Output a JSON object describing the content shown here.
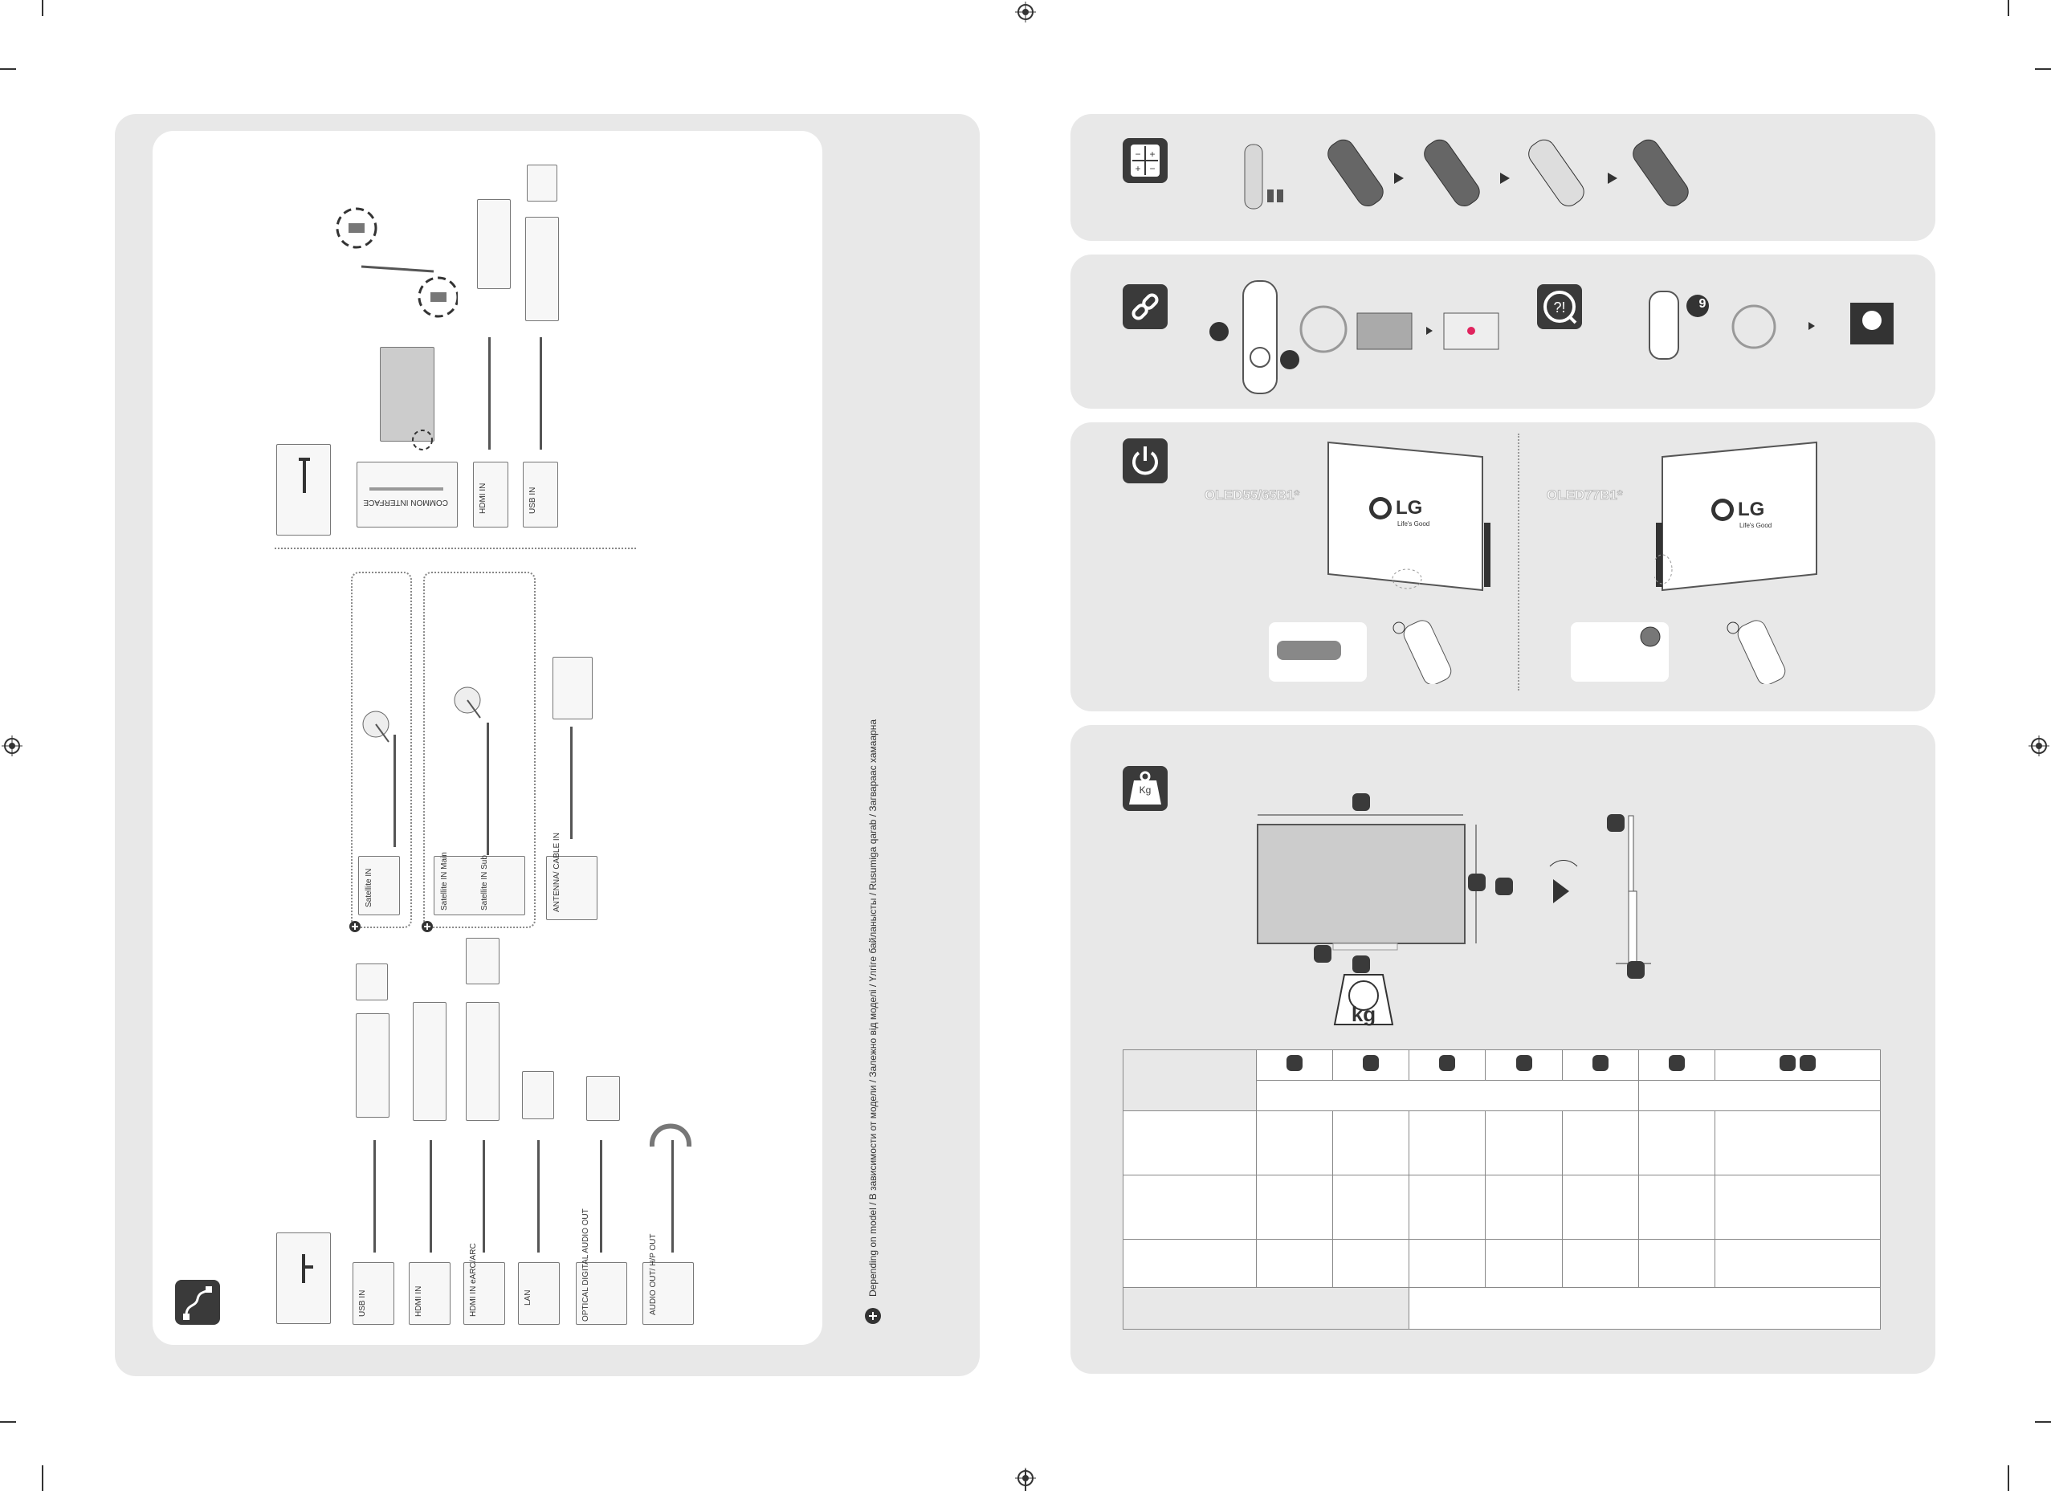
{
  "footnote": "Depending on model / В зависимости от модели / Залежно від моделі / Үлгіге байланысты / Rusumiga qarab / Загвараас хамаарна",
  "ports": {
    "common_interface": "COMMON INTERFACE",
    "hdmi_in_top": "HDMI IN",
    "usb_in_top": "USB IN",
    "satellite_in": "Satellite IN",
    "satellite_in_main": "Satellite IN Main",
    "satellite_in_sub": "Satellite IN Sub",
    "antenna": "ANTENNA/ CABLE IN",
    "usb_in": "USB IN",
    "hdmi_in": "HDMI IN",
    "hdmi_earc": "HDMI IN eARC/ARC",
    "lan": "LAN",
    "optical": "OPTICAL DIGITAL AUDIO OUT",
    "audio_out": "AUDIO OUT/ H/P OUT"
  },
  "remote_steps": {
    "step_number": "9"
  },
  "power": {
    "model_left": "OLED55/65B1*",
    "model_right": "OLED77B1*",
    "brand": "LG",
    "slogan": "Life's Good"
  },
  "weight": {
    "unit": "kg",
    "icon_label": "Kg"
  },
  "colors": {
    "panel_bg": "#e8e8e8",
    "icon_bg": "#3a3a3a",
    "accent_pink": "#e0245e"
  }
}
